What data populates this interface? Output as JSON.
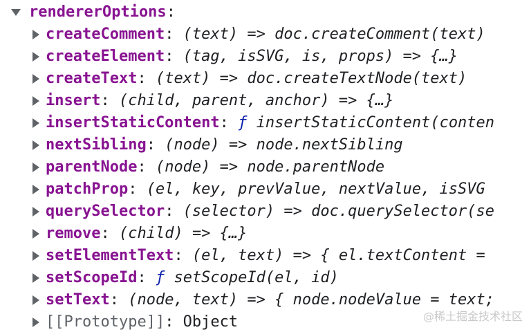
{
  "root": {
    "key": "rendererOptions",
    "colon": ":"
  },
  "properties": [
    {
      "key": "createComment",
      "colon": ":",
      "fn_prefix": "",
      "value": " (text) => doc.createComment(text)"
    },
    {
      "key": "createElement",
      "colon": ":",
      "fn_prefix": "",
      "value": " (tag, isSVG, is, props) => {…}"
    },
    {
      "key": "createText",
      "colon": ":",
      "fn_prefix": "",
      "value": " (text) => doc.createTextNode(text)"
    },
    {
      "key": "insert",
      "colon": ":",
      "fn_prefix": "",
      "value": " (child, parent, anchor) => {…}"
    },
    {
      "key": "insertStaticContent",
      "colon": ":",
      "fn_prefix": " ƒ",
      "value": " insertStaticContent(conten"
    },
    {
      "key": "nextSibling",
      "colon": ":",
      "fn_prefix": "",
      "value": " (node) => node.nextSibling"
    },
    {
      "key": "parentNode",
      "colon": ":",
      "fn_prefix": "",
      "value": " (node) => node.parentNode"
    },
    {
      "key": "patchProp",
      "colon": ":",
      "fn_prefix": "",
      "value": " (el, key, prevValue, nextValue, isSVG"
    },
    {
      "key": "querySelector",
      "colon": ":",
      "fn_prefix": "",
      "value": " (selector) => doc.querySelector(se"
    },
    {
      "key": "remove",
      "colon": ":",
      "fn_prefix": "",
      "value": " (child) => {…}"
    },
    {
      "key": "setElementText",
      "colon": ":",
      "fn_prefix": "",
      "value": " (el, text) => { el.textContent ="
    },
    {
      "key": "setScopeId",
      "colon": ":",
      "fn_prefix": " ƒ",
      "value": " setScopeId(el, id)"
    },
    {
      "key": "setText",
      "colon": ":",
      "fn_prefix": "",
      "value": " (node, text) => { node.nodeValue = text;"
    }
  ],
  "prototype": {
    "key": "[[Prototype]]",
    "colon": ":",
    "value": " Object"
  },
  "watermark": "@稀土掘金技术社区"
}
